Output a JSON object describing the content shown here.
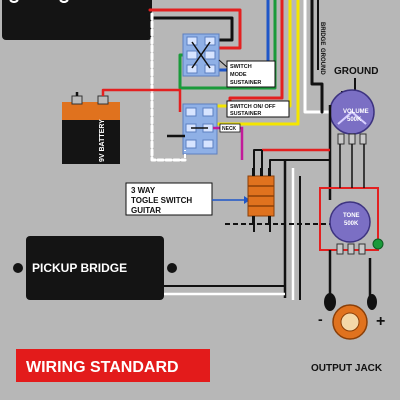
{
  "labels": {
    "switch_mode_line1": "SWITCH",
    "switch_mode_line2": "MODE",
    "switch_mode_line3": "SUSTAINER",
    "switch_onoff_line1": "SWITCH ON/ OFF",
    "switch_onoff_line2": "SUSTAINER",
    "neck": "NECK",
    "bridge": "BRIDGE",
    "ground_tag": "GROUND",
    "ground": "GROUND",
    "battery": "9V BATTERY",
    "volume_line1": "VOLUME",
    "volume_line2": "500K",
    "tone_line1": "TONE",
    "tone_line2": "500K",
    "toggle_line1": "3 WAY",
    "toggle_line2": "TOGLE SWITCH",
    "toggle_line3": "GUITAR",
    "pickup_bridge": "PICKUP BRIDGE",
    "wiring_standard": "WIRING STANDARD",
    "output_jack": "OUTPUT JACK",
    "minus": "-",
    "plus": "+"
  },
  "colors": {
    "background": "#b7b7b7",
    "wire_red": "#e32020",
    "wire_black": "#111111",
    "wire_white": "#ffffff",
    "wire_yellow": "#f4e600",
    "wire_blue": "#1e56c8",
    "wire_green": "#1a9a3a",
    "wire_magenta": "#c21a9a",
    "switch_body": "#8fb0e6",
    "pot_body": "#7b6fc4",
    "toggle_body": "#e0721e",
    "jack_ring": "#e0721e",
    "banner": "#e31b1b"
  }
}
